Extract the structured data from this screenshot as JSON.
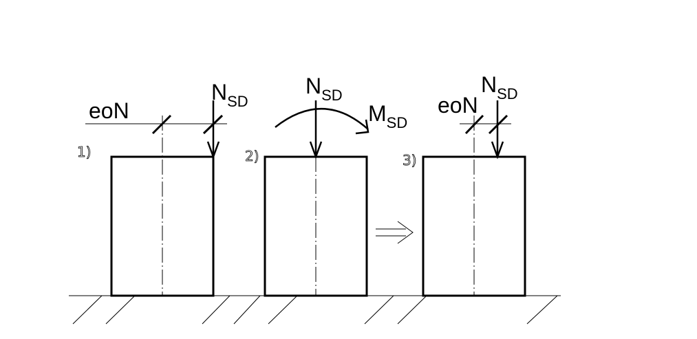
{
  "panels": [
    {
      "number": "1)",
      "force": {
        "symbol": "N",
        "subscript": "SD"
      },
      "eccentricity": "eoN"
    },
    {
      "number": "2)",
      "force": {
        "symbol": "N",
        "subscript": "SD"
      },
      "moment": {
        "symbol": "M",
        "subscript": "SD"
      }
    },
    {
      "number": "3)",
      "force": {
        "symbol": "N",
        "subscript": "SD"
      },
      "eccentricity": "eoN"
    }
  ]
}
